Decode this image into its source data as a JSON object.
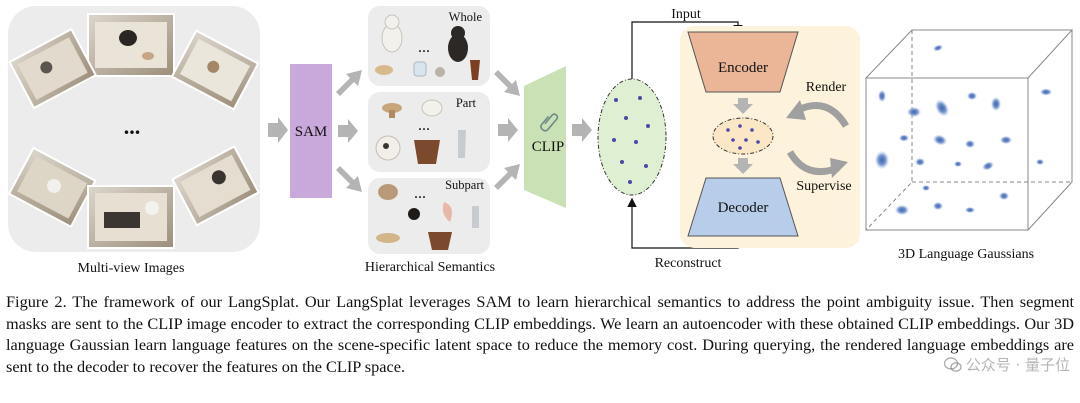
{
  "figure": {
    "labels": {
      "multiview": "Multi-view Images",
      "ellipsis": "...",
      "sam": "SAM",
      "whole": "Whole",
      "part": "Part",
      "subpart": "Subpart",
      "hier": "Hierarchical Semantics",
      "clip": "CLIP",
      "input": "Input",
      "reconstruct": "Reconstruct",
      "encoder": "Encoder",
      "decoder": "Decoder",
      "render": "Render",
      "supervise": "Supervise",
      "gaussians": "3D Language Gaussians"
    }
  },
  "caption": {
    "text": "Figure 2. The framework of our LangSplat. Our LangSplat leverages SAM to learn hierarchical semantics to address the point ambiguity issue. Then segment masks are sent to the CLIP image encoder to extract the corresponding CLIP embeddings. We learn an autoencoder with these obtained CLIP embeddings. Our 3D language Gaussian learn language features on the scene-specific latent space to reduce the memory cost. During querying, the rendered language embeddings are sent to the decoder to recover the features on the CLIP space."
  },
  "watermark": {
    "text": "公众号 · 量子位"
  },
  "colors": {
    "sam": "#c9a8dc",
    "clip": "#c9e1b4",
    "encoder": "#ebb597",
    "decoder": "#b8cde9",
    "autoencoder_bg": "#fdf3dc",
    "panel_bg": "#ececec",
    "arrow": "#b4b4b4",
    "dot": "#4a47a8",
    "gaussian": "#6f8fc7"
  }
}
